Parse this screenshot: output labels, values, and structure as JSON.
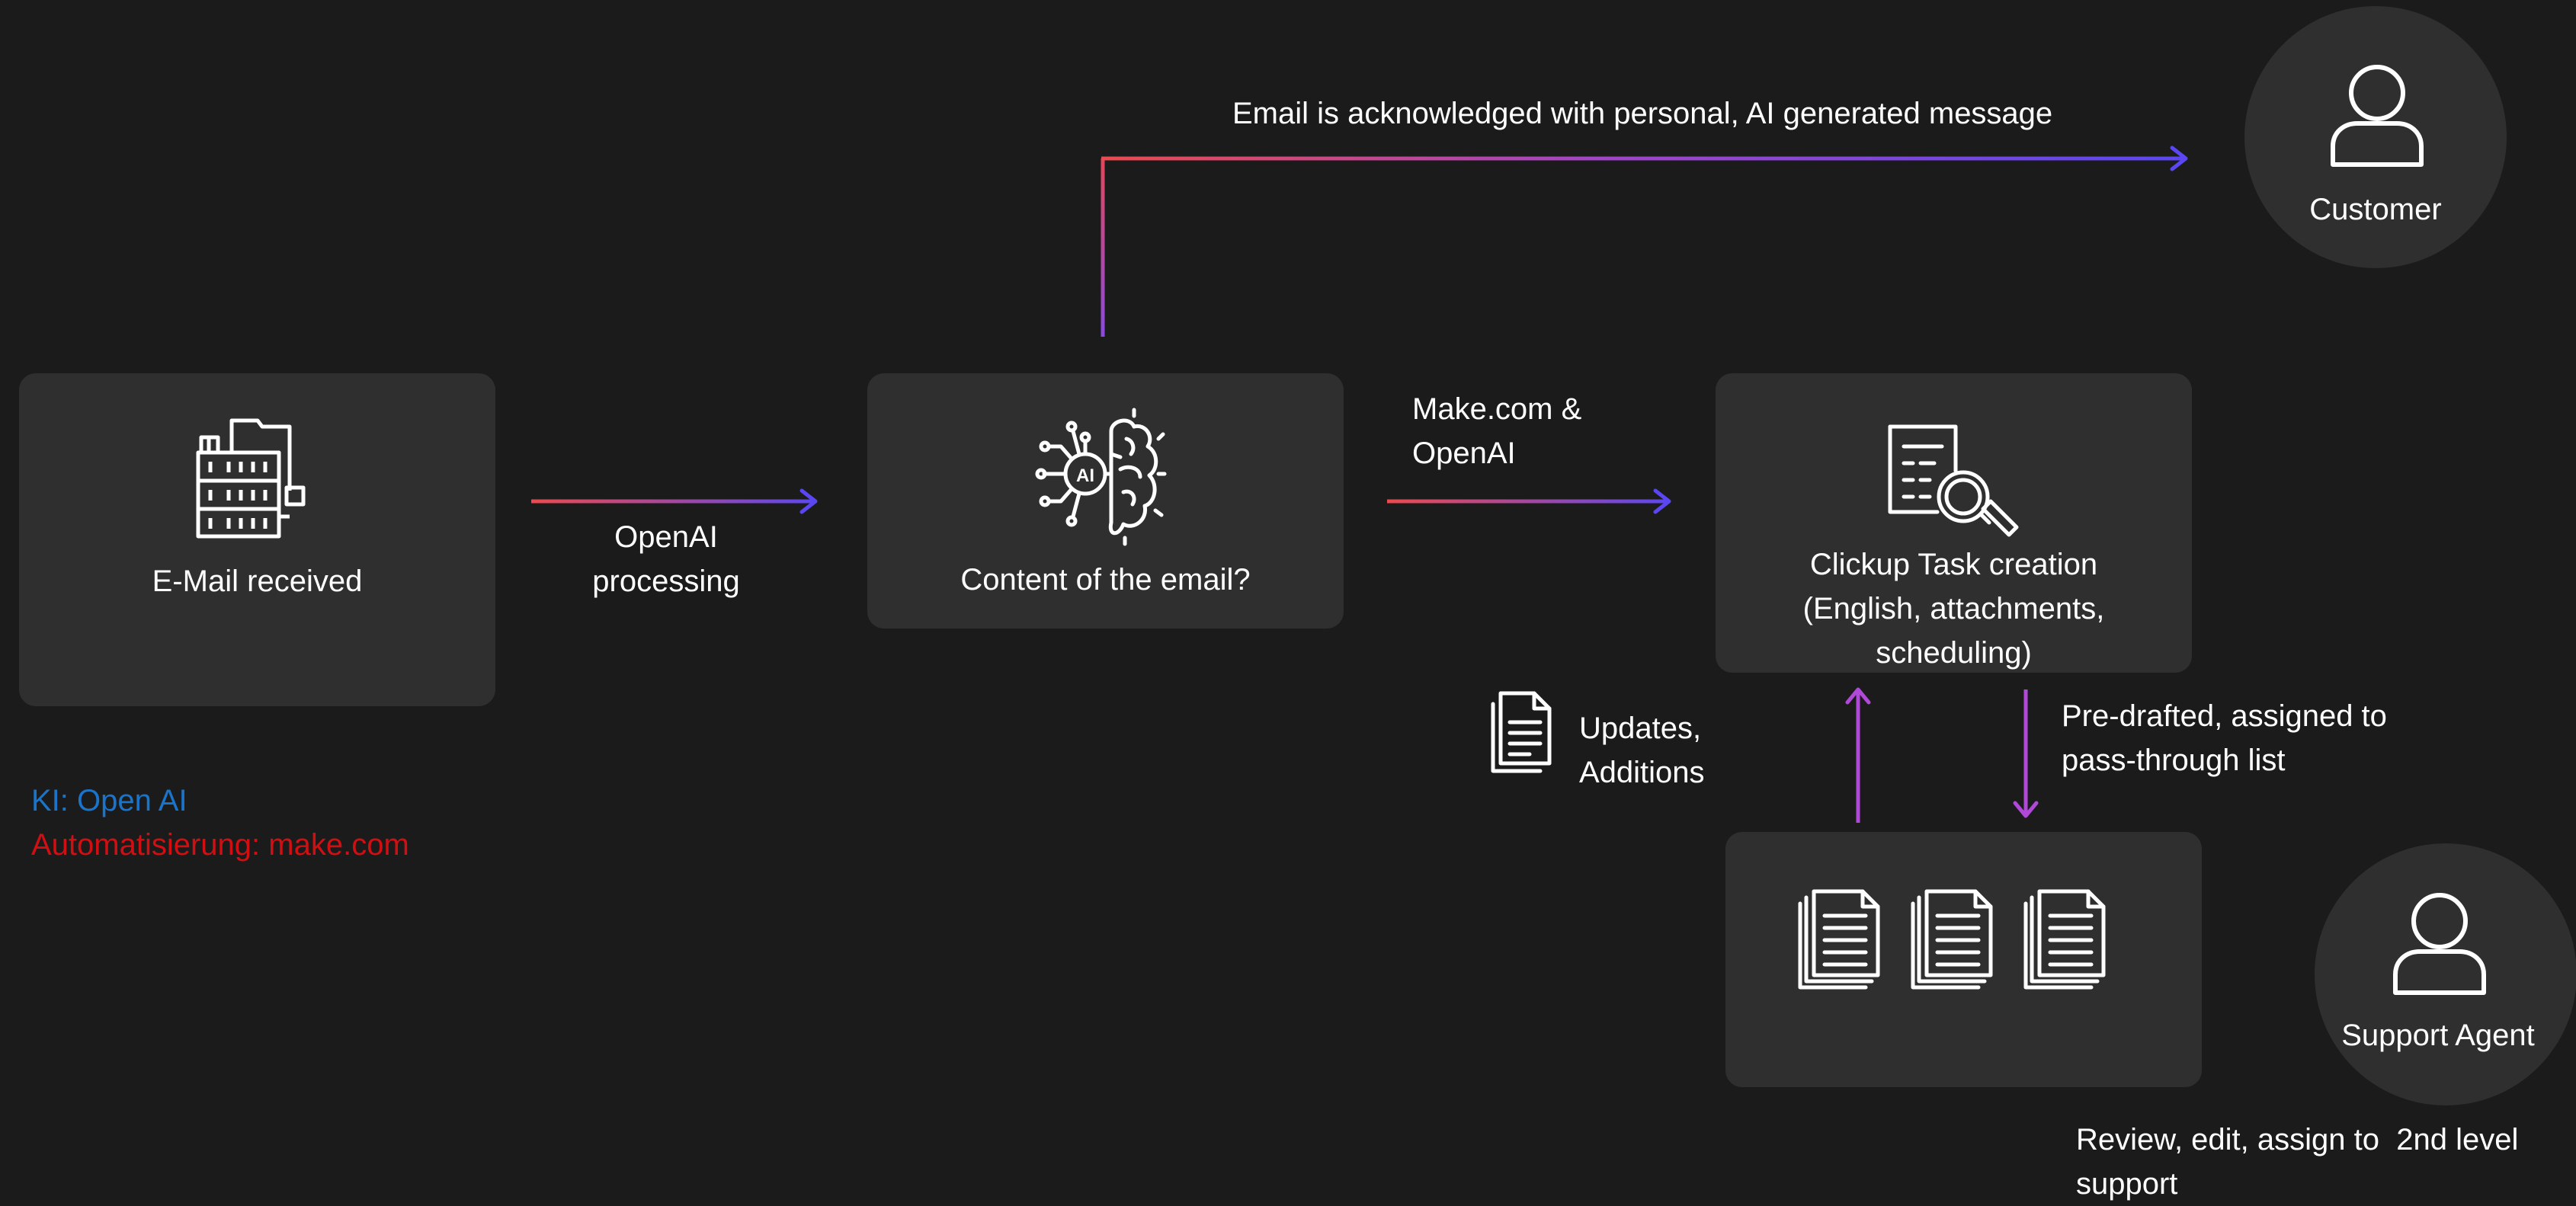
{
  "nodes": {
    "email_received": {
      "label": "E-Mail received",
      "icon": "email-server-icon"
    },
    "content_of_email": {
      "label": "Content of the email?",
      "icon": "ai-brain-icon"
    },
    "clickup_task": {
      "label_lines": [
        "Clickup Task creation",
        "(English, attachments,",
        "scheduling)"
      ],
      "icon": "document-search-icon"
    },
    "documents": {
      "icon": "document-stack-icon"
    },
    "customer": {
      "label": "Customer",
      "icon": "person-icon"
    },
    "support_agent": {
      "label": "Support Agent",
      "icon": "person-icon"
    }
  },
  "edges": {
    "openai_processing": {
      "lines": [
        "OpenAI",
        "processing"
      ]
    },
    "acknowledged": {
      "label": "Email is acknowledged with personal, AI generated message"
    },
    "make_openai": {
      "lines": [
        "Make.com &",
        "OpenAI"
      ]
    },
    "updates": {
      "lines": [
        "Updates,",
        "Additions"
      ],
      "icon": "document-icon"
    },
    "pre_drafted": {
      "lines": [
        "Pre-drafted, assigned to",
        "pass-through list"
      ]
    },
    "review": {
      "lines": [
        "Review, edit, assign to  2nd level",
        "support"
      ]
    }
  },
  "legend": {
    "ki": "KI: Open AI",
    "automation": "Automatisierung: make.com"
  },
  "colors": {
    "background": "#1b1b1b",
    "box": "#2f2f2f",
    "arrow_start": "#ec4a4e",
    "arrow_end": "#5a47f2",
    "arrow_purple": "#b048d8",
    "legend_ki": "#1a74c9",
    "legend_automation": "#d10f12"
  }
}
